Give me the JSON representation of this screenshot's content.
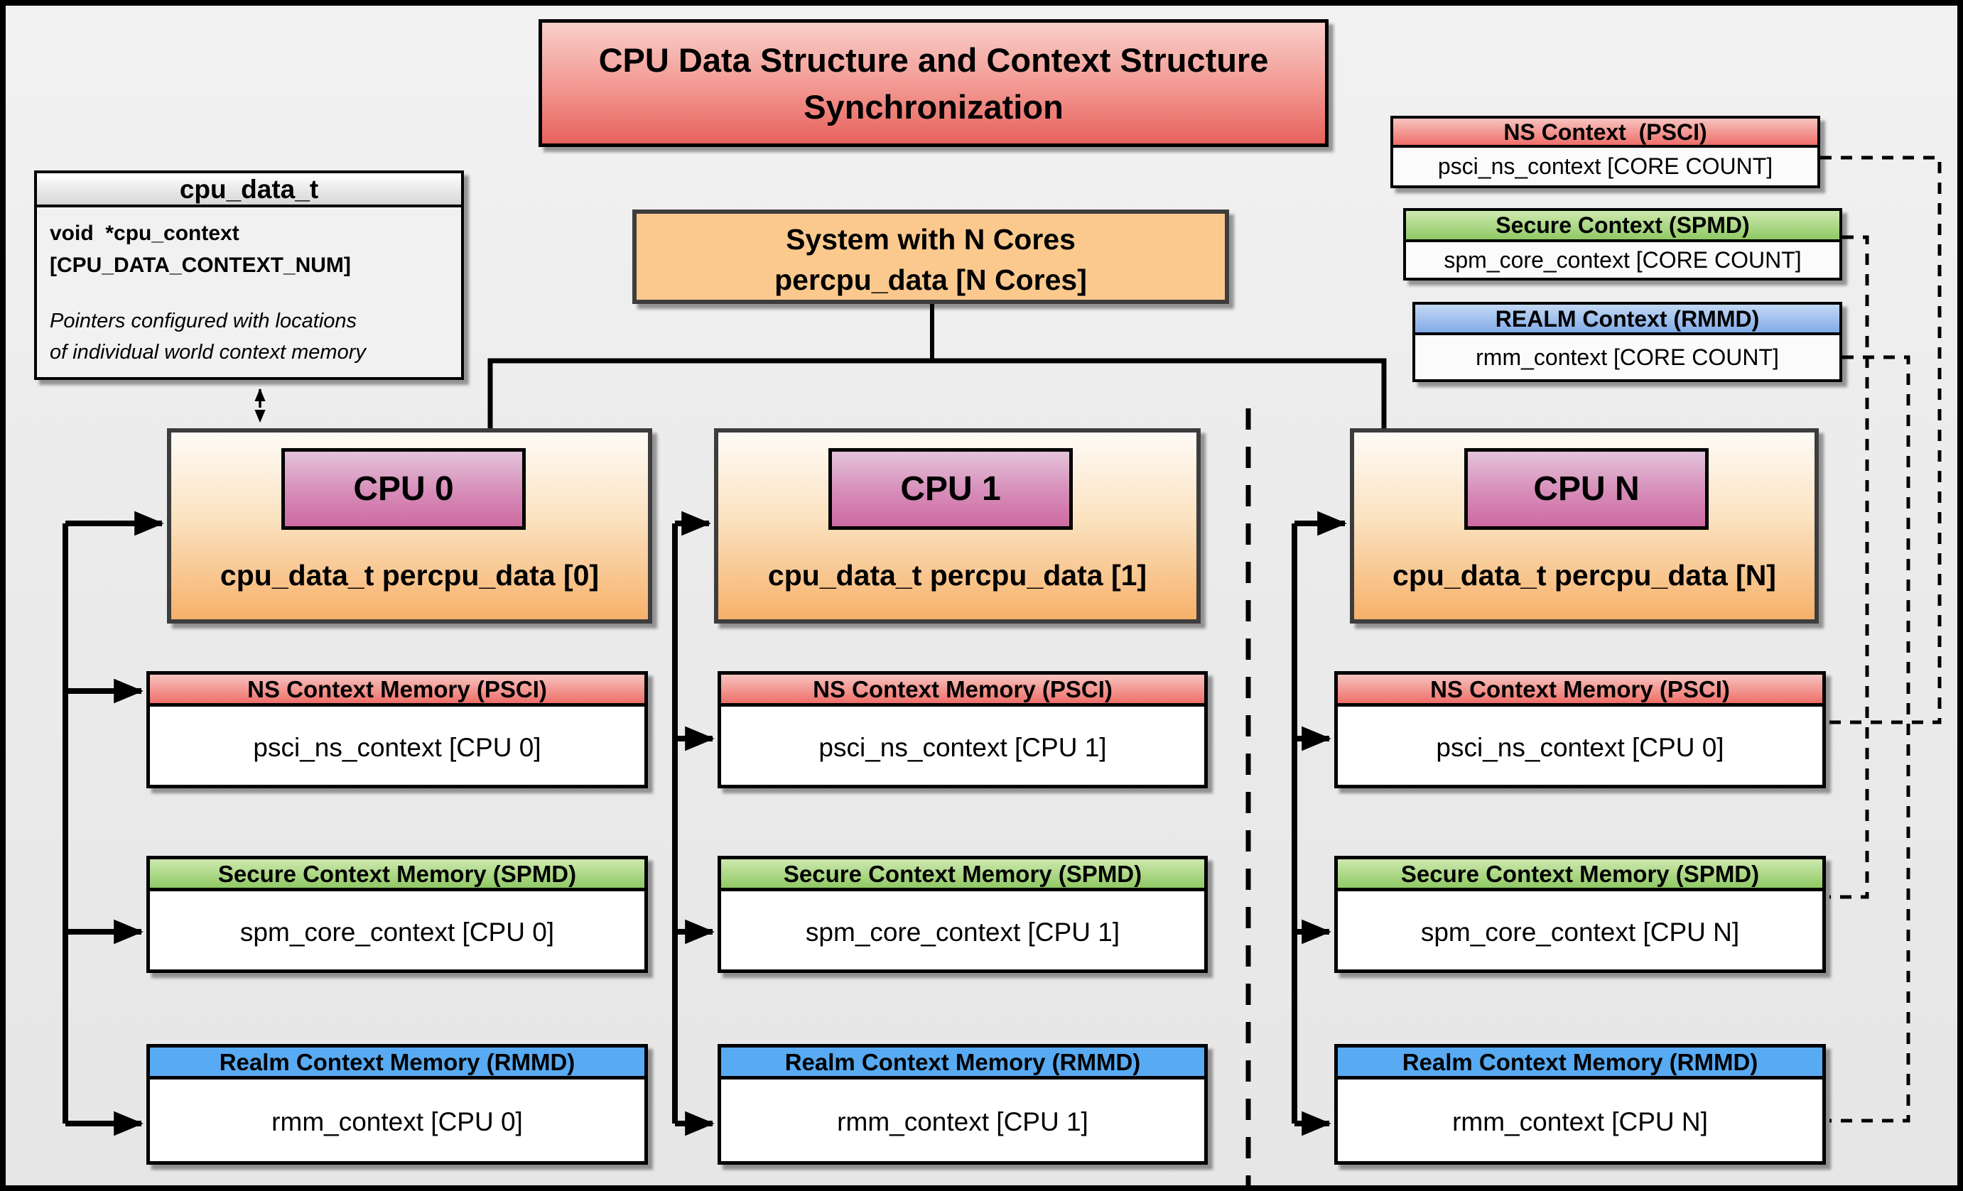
{
  "title": {
    "line1": "CPU Data Structure and Context Structure",
    "line2": "Synchronization"
  },
  "struct": {
    "title": "cpu_data_t",
    "field_line1": "void  *cpu_context",
    "field_line2": "[CPU_DATA_CONTEXT_NUM]",
    "note_line1": "Pointers configured with locations",
    "note_line2": "of individual world context memory"
  },
  "system": {
    "line1": "System with N Cores",
    "line2": "percpu_data [N Cores]"
  },
  "legend": {
    "ns": {
      "title": "NS Context  (PSCI)",
      "body": "psci_ns_context [CORE COUNT]"
    },
    "secure": {
      "title": "Secure Context (SPMD)",
      "body": "spm_core_context [CORE COUNT]"
    },
    "realm": {
      "title": "REALM Context (RMMD)",
      "body": "rmm_context [CORE COUNT]"
    }
  },
  "columns": [
    {
      "cpu_label": "CPU 0",
      "data_label": "cpu_data_t percpu_data [0]",
      "ns": {
        "title": "NS Context Memory (PSCI)",
        "body": "psci_ns_context [CPU 0]"
      },
      "secure": {
        "title": "Secure Context Memory (SPMD)",
        "body": "spm_core_context [CPU 0]"
      },
      "realm": {
        "title": "Realm Context Memory (RMMD)",
        "body": "rmm_context [CPU 0]"
      }
    },
    {
      "cpu_label": "CPU 1",
      "data_label": "cpu_data_t percpu_data [1]",
      "ns": {
        "title": "NS Context Memory (PSCI)",
        "body": "psci_ns_context [CPU 1]"
      },
      "secure": {
        "title": "Secure Context Memory (SPMD)",
        "body": "spm_core_context [CPU 1]"
      },
      "realm": {
        "title": "Realm Context Memory (RMMD)",
        "body": "rmm_context [CPU 1]"
      }
    },
    {
      "cpu_label": "CPU N",
      "data_label": "cpu_data_t percpu_data [N]",
      "ns": {
        "title": "NS Context Memory (PSCI)",
        "body": "psci_ns_context [CPU 0]"
      },
      "secure": {
        "title": "Secure Context Memory (SPMD)",
        "body": "spm_core_context [CPU N]"
      },
      "realm": {
        "title": "Realm Context Memory (RMMD)",
        "body": "rmm_context [CPU N]"
      }
    }
  ],
  "colors": {
    "title_red_top": "#f9cfca",
    "title_red_bottom": "#e7615d",
    "ns_red_top": "#f7c3bf",
    "ns_red_bottom": "#ee6f69",
    "secure_green_top": "#cde9ae",
    "secure_green_bottom": "#90c965",
    "realm_blue_flat": "#58aaf2",
    "realm_blue_legend_top": "#c3d9f4",
    "realm_blue_legend_bottom": "#82abe8",
    "system_orange": "#fbc98e",
    "cpu_box_orange_bottom": "#f6b16a",
    "cpu_label_pink_top": "#e3c3da",
    "cpu_label_pink_bottom": "#cd6ba1",
    "struct_gray_header": "#d6d6d6",
    "line_black": "#000000",
    "background": "#ebebeb"
  }
}
